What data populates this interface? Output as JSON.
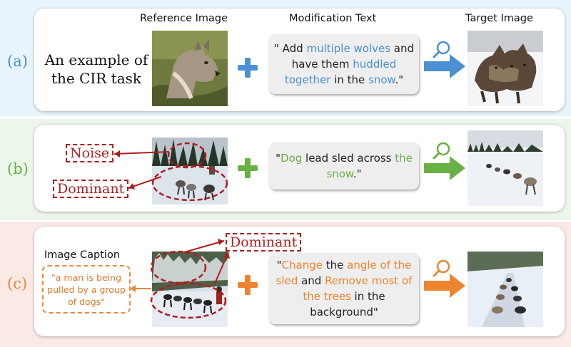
{
  "colors": {
    "row_a_bg": "#e8f4fb",
    "row_b_bg": "#ecf6ea",
    "row_c_bg": "#fbe9e6",
    "blue": "#4a90d2",
    "green": "#69b045",
    "orange": "#ee8430",
    "dark_red": "#b01e1e"
  },
  "headers": {
    "reference": "Reference Image",
    "modification": "Modification Text",
    "target": "Target Image"
  },
  "rows": {
    "a": {
      "label": "(a)",
      "description_line1": "An example of",
      "description_line2": "the CIR task",
      "text_parts": [
        {
          "t": "\" Add ",
          "hl": false
        },
        {
          "t": "multiple wolves",
          "hl": true
        },
        {
          "t": " and have them ",
          "hl": false
        },
        {
          "t": "huddled together",
          "hl": true
        },
        {
          "t": " in the ",
          "hl": false
        },
        {
          "t": "snow",
          "hl": true
        },
        {
          "t": ".\"",
          "hl": false
        }
      ]
    },
    "b": {
      "label": "(b)",
      "noise_label": "Noise",
      "dominant_label": "Dominant",
      "text_parts": [
        {
          "t": "\"",
          "hl": false
        },
        {
          "t": "Dog",
          "hl": true
        },
        {
          "t": " lead sled across ",
          "hl": false
        },
        {
          "t": "the snow",
          "hl": true
        },
        {
          "t": ".\"",
          "hl": false
        }
      ]
    },
    "c": {
      "label": "(c)",
      "caption_header": "Image Caption",
      "caption_text": "\"a man is being pulled by a group of dogs\"",
      "dominant_label": "Dominant",
      "text_parts": [
        {
          "t": "\"",
          "hl": false
        },
        {
          "t": "Change",
          "hl": true
        },
        {
          "t": " the ",
          "hl": false
        },
        {
          "t": "angle of the sled",
          "hl": true
        },
        {
          "t": " and ",
          "hl": false
        },
        {
          "t": "Remove most of the trees",
          "hl": true
        },
        {
          "t": " in the background\"",
          "hl": false
        }
      ]
    }
  }
}
